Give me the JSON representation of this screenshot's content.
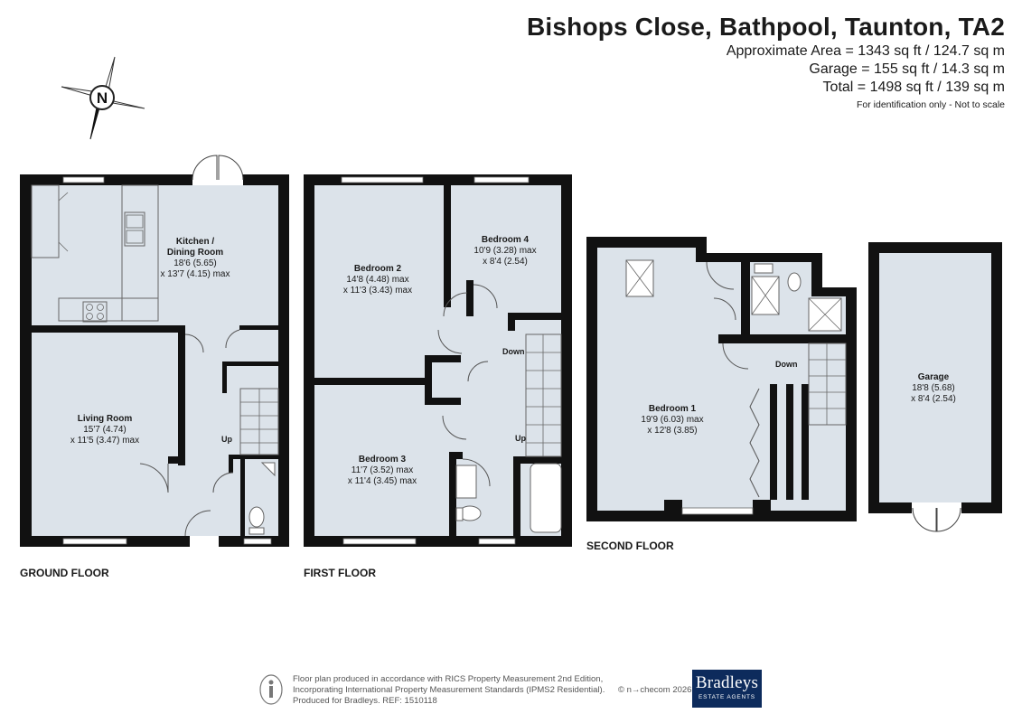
{
  "header": {
    "title": "Bishops Close, Bathpool, Taunton, TA2",
    "approx_area": "Approximate Area = 1343 sq ft / 124.7 sq m",
    "garage_area": "Garage = 155 sq ft / 14.3 sq m",
    "total_area": "Total = 1498 sq ft / 139 sq m",
    "note": "For identification only - Not to scale"
  },
  "compass": {
    "letter": "N"
  },
  "floors": {
    "ground": "GROUND FLOOR",
    "first": "FIRST FLOOR",
    "second": "SECOND FLOOR"
  },
  "rooms": {
    "kitchen": {
      "name_1": "Kitchen /",
      "name_2": "Dining Room",
      "dim_1": "18'6 (5.65)",
      "dim_2": "x 13'7 (4.15) max"
    },
    "living": {
      "name": "Living Room",
      "dim_1": "15'7 (4.74)",
      "dim_2": "x 11'5 (3.47) max"
    },
    "bedroom2": {
      "name": "Bedroom 2",
      "dim_1": "14'8 (4.48) max",
      "dim_2": "x 11'3 (3.43) max"
    },
    "bedroom4": {
      "name": "Bedroom 4",
      "dim_1": "10'9 (3.28) max",
      "dim_2": "x 8'4 (2.54)"
    },
    "bedroom3": {
      "name": "Bedroom 3",
      "dim_1": "11'7 (3.52) max",
      "dim_2": "x 11'4 (3.45) max"
    },
    "bedroom1": {
      "name": "Bedroom 1",
      "dim_1": "19'9 (6.03) max",
      "dim_2": "x 12'8 (3.85)"
    },
    "garage": {
      "name": "Garage",
      "dim_1": "18'8 (5.68)",
      "dim_2": "x 8'4 (2.54)"
    }
  },
  "stairs": {
    "ground_up": "Up",
    "first_down": "Down",
    "first_up": "Up",
    "second_down": "Down"
  },
  "footer": {
    "line1": "Floor plan produced in accordance with RICS Property Measurement 2nd Edition,",
    "line2": "Incorporating International Property Measurement Standards (IPMS2 Residential).",
    "line3": "Produced for Bradleys.   REF: 1510118",
    "copyright": "© n→checom 2026.",
    "brand_name": "Bradleys",
    "brand_sub": "ESTATE AGENTS"
  },
  "colors": {
    "wall": "#111111",
    "floor_fill": "#dce3ea",
    "fixture_stroke": "#555555",
    "brand_bg": "#0d2b5c"
  }
}
